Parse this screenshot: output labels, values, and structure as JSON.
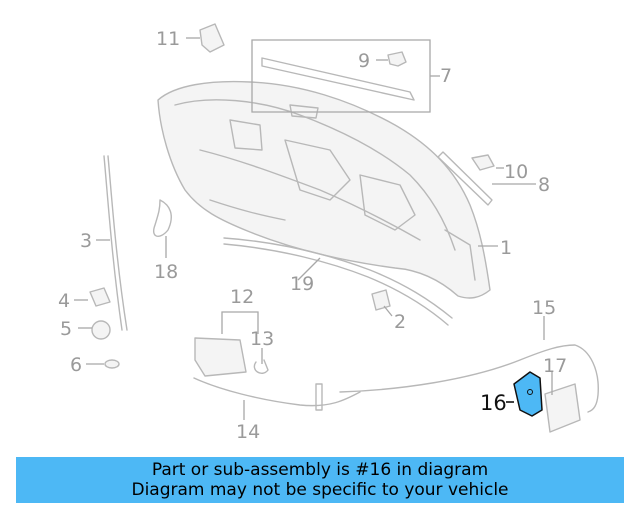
{
  "callouts": [
    "1",
    "2",
    "3",
    "4",
    "5",
    "6",
    "7",
    "8",
    "9",
    "10",
    "11",
    "12",
    "13",
    "14",
    "15",
    "16",
    "17",
    "18",
    "19"
  ],
  "highlighted_part": "16",
  "colors": {
    "banner": "#4db8f5",
    "highlight": "#4db8f5",
    "line": "#b8b8b8",
    "text_muted": "#9a9a9a"
  },
  "banner": {
    "line1": "Part or sub-assembly is #16 in diagram",
    "line2": "Diagram may not be specific to your vehicle"
  }
}
